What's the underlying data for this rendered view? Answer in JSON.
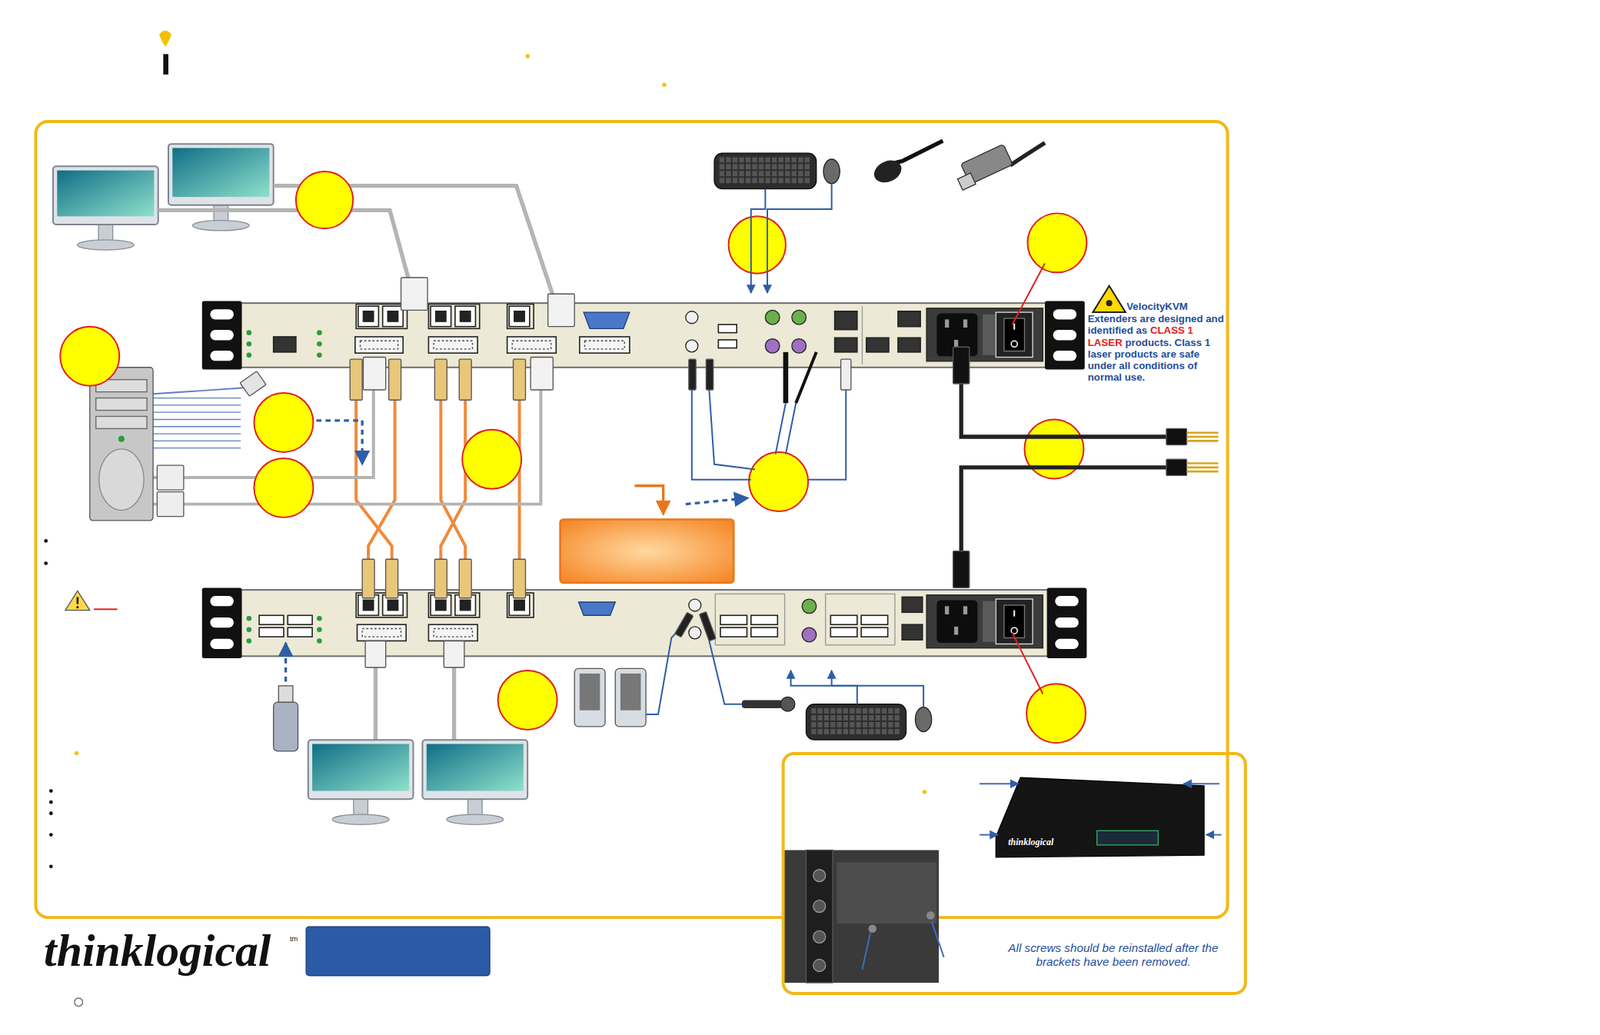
{
  "diagram": {
    "nodes": [
      {
        "text": [
          "All screws should be reinstalled after the brackets have been removed."
        ]
      }
    ],
    "labels": [
      "VelocityKVM",
      "Extenders are designed and identified as",
      "CLASS 1 LASER",
      "products. Class 1 laser products are safe under all conditions of normal use.",
      "thinklogical",
      "tm",
      "thinklogical"
    ]
  }
}
